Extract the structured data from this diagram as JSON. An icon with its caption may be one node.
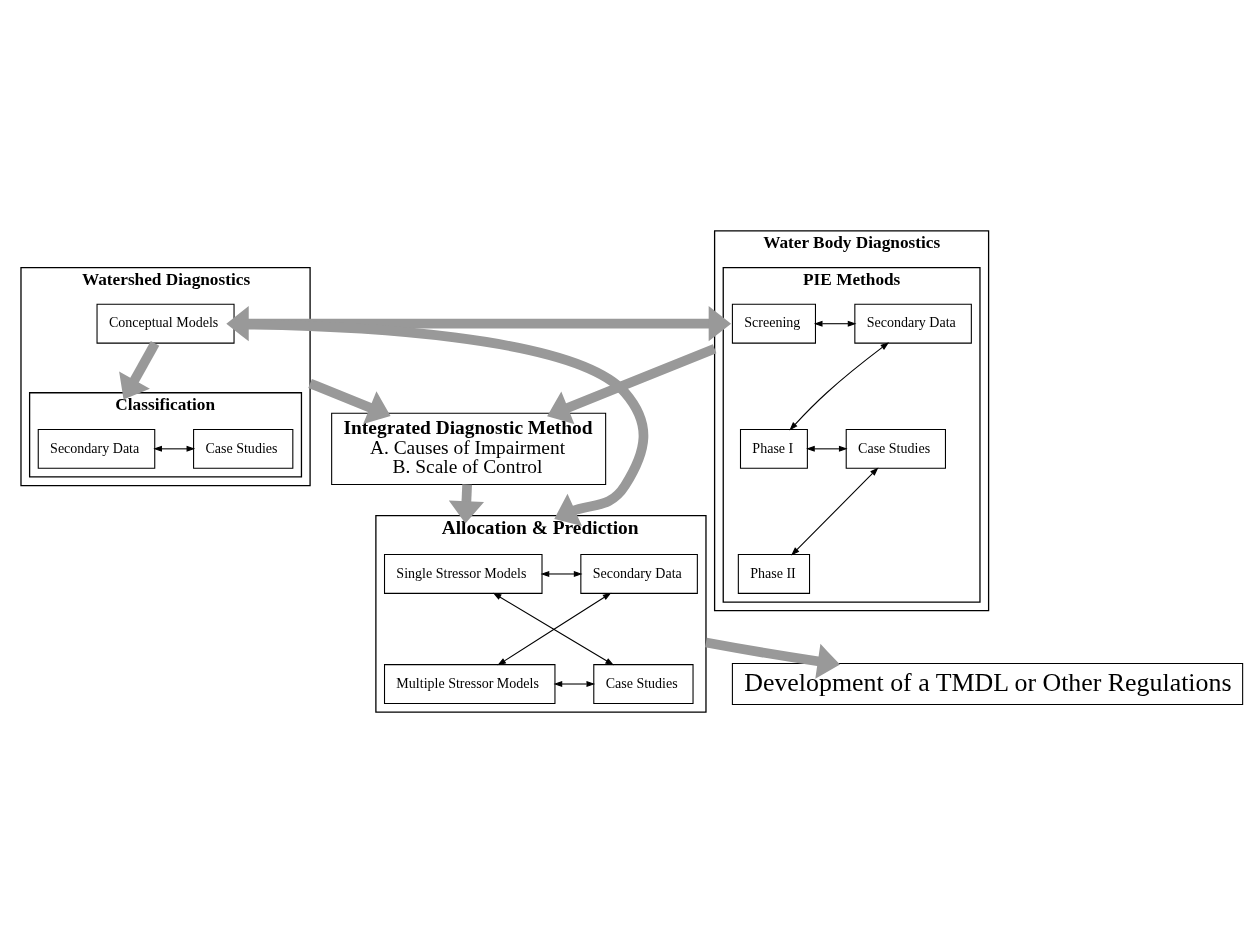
{
  "diagram": {
    "nodes": [
      {
        "text": [
          "Watershed Diagnostics"
        ]
      },
      {
        "text": [
          "Conceptual Models"
        ],
        "in": 0
      },
      {
        "text": [
          "Classification"
        ],
        "in": 0
      },
      {
        "text": [
          "Secondary Data"
        ],
        "in": 2
      },
      {
        "text": [
          "Case Studies"
        ],
        "in": 2
      },
      {
        "text": [
          "Water Body Diagnostics"
        ]
      },
      {
        "text": [
          "PIE Methods"
        ],
        "in": 5
      },
      {
        "text": [
          "Screening"
        ],
        "in": 6
      },
      {
        "text": [
          "Secondary Data"
        ],
        "in": 6
      },
      {
        "text": [
          "Phase I"
        ],
        "in": 6
      },
      {
        "text": [
          "Case Studies"
        ],
        "in": 6
      },
      {
        "text": [
          "Phase II"
        ],
        "in": 6
      },
      {
        "text": [
          "Integrated Diagnostic Method",
          "A. Causes of Impairment",
          "B. Scale of Control"
        ]
      },
      {
        "text": [
          "Allocation & Prediction"
        ]
      },
      {
        "text": [
          "Single Stressor Models"
        ],
        "in": 13
      },
      {
        "text": [
          "Secondary Data"
        ],
        "in": 13
      },
      {
        "text": [
          "Multiple Stressor Models"
        ],
        "in": 13
      },
      {
        "text": [
          "Case Studies"
        ],
        "in": 13
      },
      {
        "text": [
          "Development of a TMDL or Other Regulations"
        ]
      }
    ],
    "edges": [
      {
        "from": 1,
        "to": 6,
        "arrow": "both",
        "style": "thick",
        "color": "#999999"
      },
      {
        "from": 1,
        "to": 2,
        "arrow": "to",
        "style": "thick",
        "color": "#999999"
      },
      {
        "from": 3,
        "to": 4,
        "arrow": "both"
      },
      {
        "from": 7,
        "to": 8,
        "arrow": "both"
      },
      {
        "from": 9,
        "to": 8,
        "arrow": "both"
      },
      {
        "from": 9,
        "to": 10,
        "arrow": "both"
      },
      {
        "from": 11,
        "to": 10,
        "arrow": "both"
      },
      {
        "from": 0,
        "to": 12,
        "arrow": "to",
        "style": "thick",
        "color": "#999999"
      },
      {
        "from": 5,
        "to": 12,
        "arrow": "to",
        "style": "thick",
        "color": "#999999"
      },
      {
        "from": 12,
        "to": 13,
        "arrow": "to",
        "style": "thick",
        "color": "#999999"
      },
      {
        "from": 1,
        "to": 13,
        "arrow": "to",
        "style": "thick",
        "color": "#999999"
      },
      {
        "from": 14,
        "to": 15,
        "arrow": "both"
      },
      {
        "from": 14,
        "to": 17,
        "arrow": "both"
      },
      {
        "from": 16,
        "to": 15,
        "arrow": "both"
      },
      {
        "from": 16,
        "to": 17,
        "arrow": "both"
      },
      {
        "from": 13,
        "to": 18,
        "arrow": "to",
        "style": "thick",
        "color": "#999999"
      }
    ]
  }
}
